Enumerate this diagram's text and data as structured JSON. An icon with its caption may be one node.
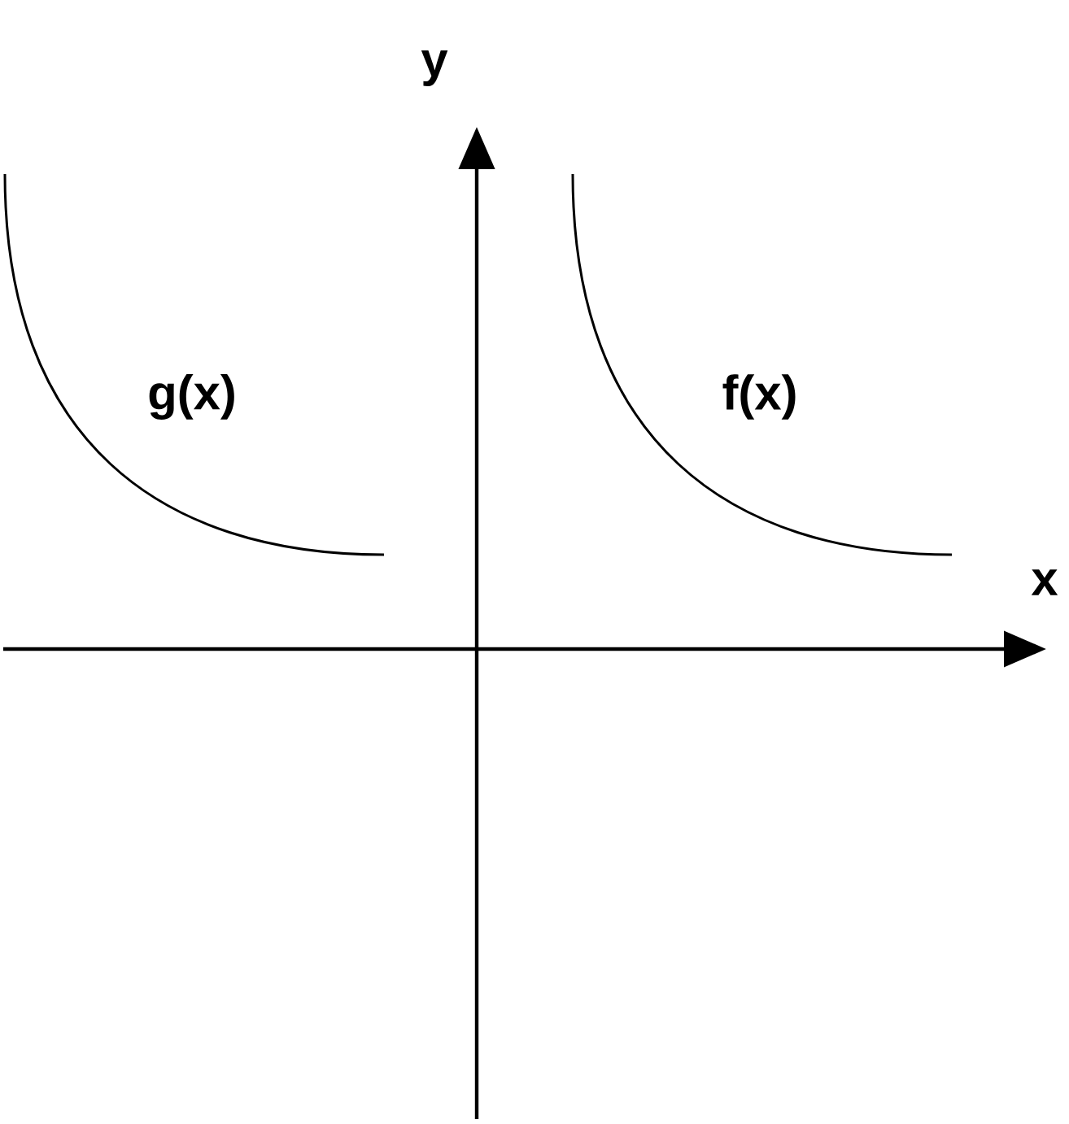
{
  "diagram": {
    "labels": [
      "y",
      "g(x)",
      "f(x)",
      "x"
    ]
  }
}
